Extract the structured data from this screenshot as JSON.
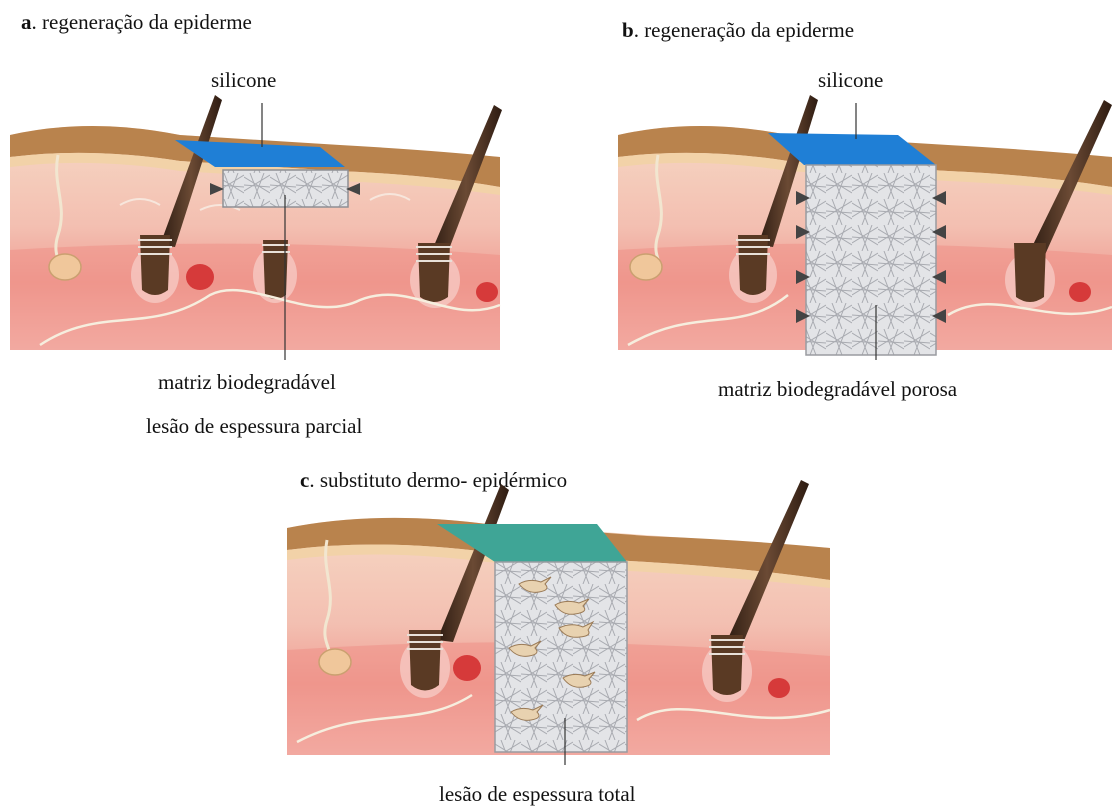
{
  "panels": [
    {
      "letter": "a",
      "title": ". regeneração da epiderme",
      "top_label": "silicone",
      "bottom_labels": [
        "matriz biodegradável",
        "lesão de espessura parcial"
      ]
    },
    {
      "letter": "b",
      "title": ". regeneração da epiderme",
      "top_label": "silicone",
      "bottom_labels": [
        "matriz biodegradável porosa"
      ]
    },
    {
      "letter": "c",
      "title": ". substituto dermo- epidérmico",
      "top_label": "",
      "bottom_labels": [
        "lesão de espessura total"
      ]
    }
  ],
  "colors": {
    "silicone": "#1f7fd6",
    "dermo_epidermal": "#3fa596",
    "matrix": "#dcdde0",
    "skin_upper": "#f5cdb9",
    "skin_mid": "#f2b2a6",
    "skin_lower": "#ee8f86",
    "epidermis": "#b07a46",
    "hair": "#4a2e1d"
  }
}
